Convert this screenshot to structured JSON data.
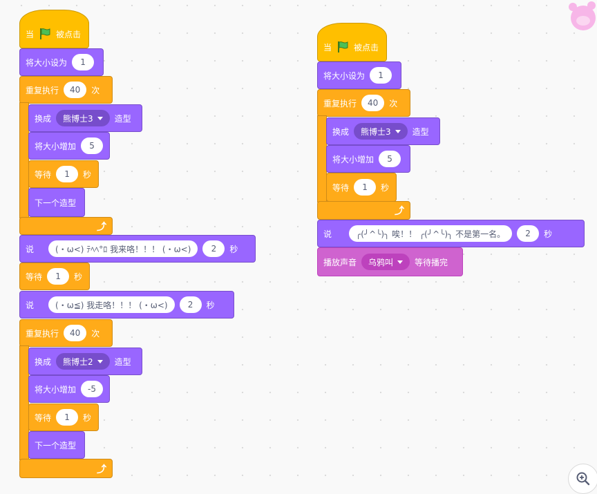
{
  "colors": {
    "looks": "#9966ff",
    "control": "#ffab19",
    "events": "#ffbf00",
    "sound": "#cf63cf"
  },
  "icons": {
    "green_flag": "green-flag-icon",
    "loop_arrow": "loop-arrow-icon",
    "dropdown": "chevron-down-icon",
    "zoom_in": "zoom-in-icon"
  },
  "script1": {
    "hat": {
      "pre": "当",
      "post": "被点击"
    },
    "set_size": {
      "label": "将大小设为",
      "value": "1"
    },
    "repeat1": {
      "label": "重复执行",
      "count": "40",
      "suffix": "次"
    },
    "costume1": {
      "label": "换成",
      "costume": "熊博士3",
      "suffix": "造型"
    },
    "change_size1": {
      "label": "将大小增加",
      "value": "5"
    },
    "wait1": {
      "label": "等待",
      "value": "1",
      "suffix": "秒"
    },
    "next1": {
      "label": "下一个造型"
    },
    "say1": {
      "label": "说",
      "text": "(・ω<) ﾃﾍﾍ°ﾛ 我来咯！！！ (・ω<)",
      "secs": "2",
      "suffix": "秒"
    },
    "wait2": {
      "label": "等待",
      "value": "1",
      "suffix": "秒"
    },
    "say2": {
      "label": "说",
      "text": "(・ω≦) 我走咯！！！ (・ω<)",
      "secs": "2",
      "suffix": "秒"
    },
    "repeat2": {
      "label": "重复执行",
      "count": "40",
      "suffix": "次"
    },
    "costume2": {
      "label": "换成",
      "costume": "熊博士2",
      "suffix": "造型"
    },
    "change_size2": {
      "label": "将大小增加",
      "value": "-5"
    },
    "wait3": {
      "label": "等待",
      "value": "1",
      "suffix": "秒"
    },
    "next2": {
      "label": "下一个造型"
    }
  },
  "script2": {
    "hat": {
      "pre": "当",
      "post": "被点击"
    },
    "set_size": {
      "label": "将大小设为",
      "value": "1"
    },
    "repeat": {
      "label": "重复执行",
      "count": "40",
      "suffix": "次"
    },
    "costume": {
      "label": "换成",
      "costume": "熊博士3",
      "suffix": "造型"
    },
    "change_size": {
      "label": "将大小增加",
      "value": "5"
    },
    "wait": {
      "label": "等待",
      "value": "1",
      "suffix": "秒"
    },
    "say": {
      "label": "说",
      "text": "╭(╯^╰)╮ 唉！！ ╭(╯^╰)╮ 不是第一名。",
      "secs": "2",
      "suffix": "秒"
    },
    "sound": {
      "label": "播放声音",
      "sound": "乌鸦叫",
      "suffix": "等待播完"
    }
  }
}
